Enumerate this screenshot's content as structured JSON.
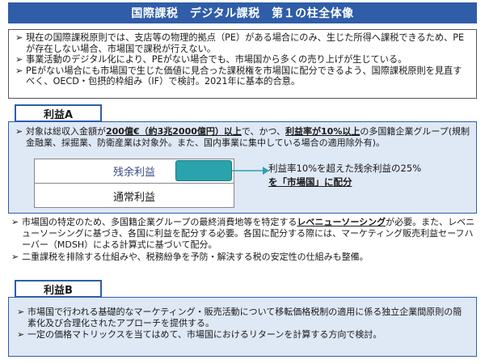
{
  "title": "国際課税　デジタル課税　第１の柱全体像",
  "intro": {
    "bullet_mark": "➢",
    "items": [
      "現在の国際課税原則では、支店等の物理的拠点（PE）がある場合にのみ、生じた所得へ課税できるため、PEが存在しない場合、市場国で課税が行えない。",
      "事業活動のデジタル化により、PEがない場合でも、市場国から多くの売り上げが生じている。",
      "PEがない場合にも市場国で生じた価値に見合った課税権を市場国に配分できるよう、国際課税原則を見直すべく、OECD・包摂的枠組み（IF）で検討。2021年に基本的合意。"
    ]
  },
  "section_a": {
    "label": "利益A",
    "line": {
      "mark": "➢",
      "p1": "対象は総収入金額が",
      "h1": "200億€（約3兆2000億円）以上",
      "p2": "で、かつ、",
      "h2": "利益率が10%以上",
      "p3": "の多国籍企業グループ(規制金融業、採掘業、防衛産業は対象外。また、国内事業に集中している場合の適用除外有)。"
    },
    "table": {
      "residual": "残余利益",
      "routine": "通常利益"
    },
    "allocation": {
      "line1": "利益率10%を超えた残余利益の25%",
      "line2": "を「市場国」に配分"
    },
    "accent_teal": "#2aa3ac"
  },
  "middle": {
    "mark": "➢",
    "item1_p1": "市場国の特定のため、多国籍企業グループの最終消費地等を特定する",
    "item1_h": "レベニューソーシング",
    "item1_p2": "が必要。また、レベニューソーシングに基づき、各国に利益を配分する必要。各国に配分する際には、マーケティング販売利益セーフハーバー（MDSH）による計算式に基づいて配分。",
    "item2": "二重課税を排除する仕組みや、税務紛争を予防・解決する税の安定性の仕組みも整備。"
  },
  "section_b": {
    "label": "利益B",
    "mark": "➢",
    "items": [
      "市場国で行われる基礎的なマーケティング・販売活動について移転価格税制の適用に係る独立企業間原則の簡素化及び合理化されたアプローチを提供する。",
      "一定の価格マトリックスを当てはめて、市場国におけるリターンを計算する方向で検討。"
    ]
  },
  "colors": {
    "header_blue": "#2f5da8",
    "panel_blue": "#dfe8f5"
  }
}
